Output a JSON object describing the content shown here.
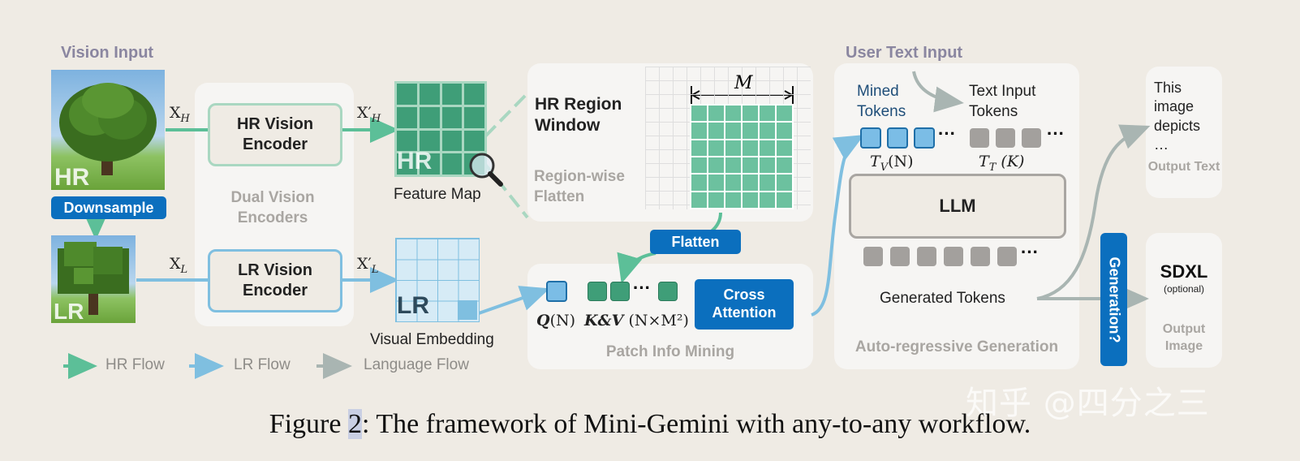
{
  "vision_input": {
    "title": "Vision Input",
    "hr_tag": "HR",
    "lr_tag": "LR",
    "downsample": "Downsample",
    "x_h": "X",
    "x_h_sub": "H",
    "x_l": "X",
    "x_l_sub": "L"
  },
  "encoders": {
    "hr_encoder": "HR Vision Encoder",
    "lr_encoder": "LR Vision Encoder",
    "dual_label": "Dual Vision Encoders",
    "xp_h": "X′",
    "xp_h_sub": "H",
    "xp_l": "X′",
    "xp_l_sub": "L"
  },
  "feature_map": {
    "tag": "HR",
    "label": "Feature Map"
  },
  "visual_embedding": {
    "tag": "LR",
    "label": "Visual Embedding"
  },
  "patch_mining": {
    "region_title": "HR Region Window",
    "region_flatten": "Region-wise Flatten",
    "m_label": "M",
    "flatten_button": "Flatten",
    "q_label": "Q",
    "q_arg": "(N)",
    "kv_label": "K&V",
    "kv_arg": "(N×M²)",
    "cross_attention": "Cross Attention",
    "footer": "Patch Info Mining"
  },
  "generation": {
    "user_text_title": "User Text Input",
    "mined_tokens": "Mined Tokens",
    "text_input_tokens": "Text Input Tokens",
    "tv_label": "T",
    "tv_sub": "V",
    "tv_arg": "(N)",
    "tt_label": "T",
    "tt_sub": "T",
    "tt_arg": "(K)",
    "llm": "LLM",
    "generated_tokens": "Generated Tokens",
    "footer": "Auto-regressive Generation",
    "ellipsis": "···"
  },
  "outputs": {
    "text_output": "This image depicts …",
    "text_label": "Output Text",
    "generation_q": "Generation?",
    "sdxl": "SDXL",
    "sdxl_optional": "(optional)",
    "image_label": "Output Image"
  },
  "legend": {
    "hr_flow": "HR Flow",
    "lr_flow": "LR Flow",
    "language_flow": "Language Flow"
  },
  "caption": {
    "prefix": "Figure ",
    "number": "2",
    "text": ": The framework of Mini-Gemini with any-to-any workflow."
  },
  "watermark": "知乎 @四分之三",
  "colors": {
    "hr_green": "#5cbf98",
    "lr_blue": "#7fbfe0",
    "language_gray": "#a9b5b2",
    "accent_blue": "#0b6fbe"
  }
}
